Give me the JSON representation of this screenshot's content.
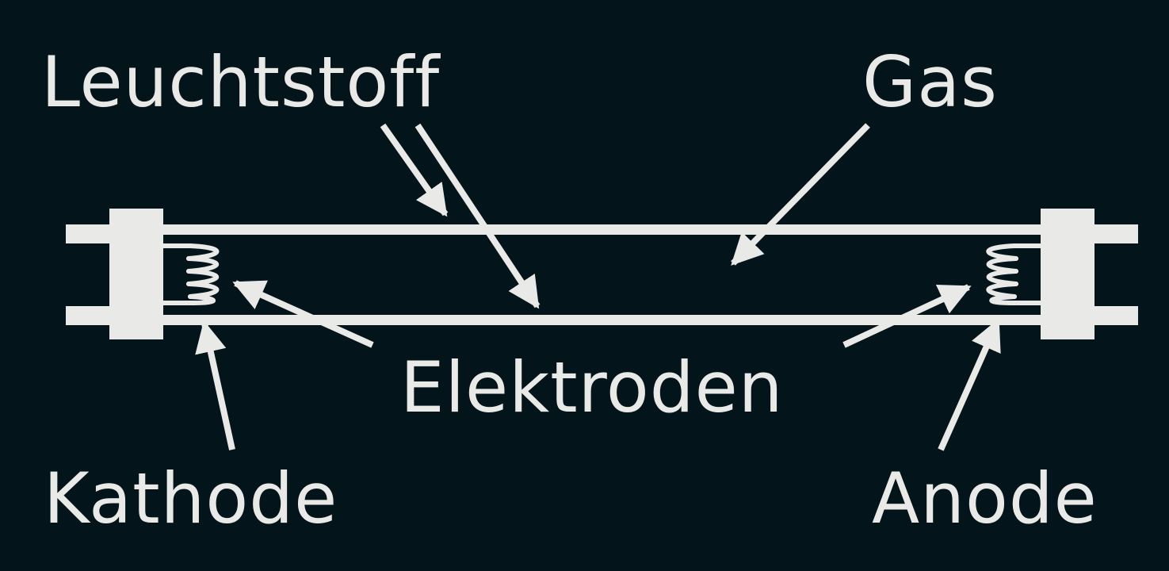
{
  "labels": {
    "leuchtstoff": "Leuchtstoff",
    "gas": "Gas",
    "elektroden": "Elektroden",
    "kathode": "Kathode",
    "anode": "Anode"
  },
  "colors": {
    "background": "#03141a",
    "foreground": "#e9e9e7"
  }
}
